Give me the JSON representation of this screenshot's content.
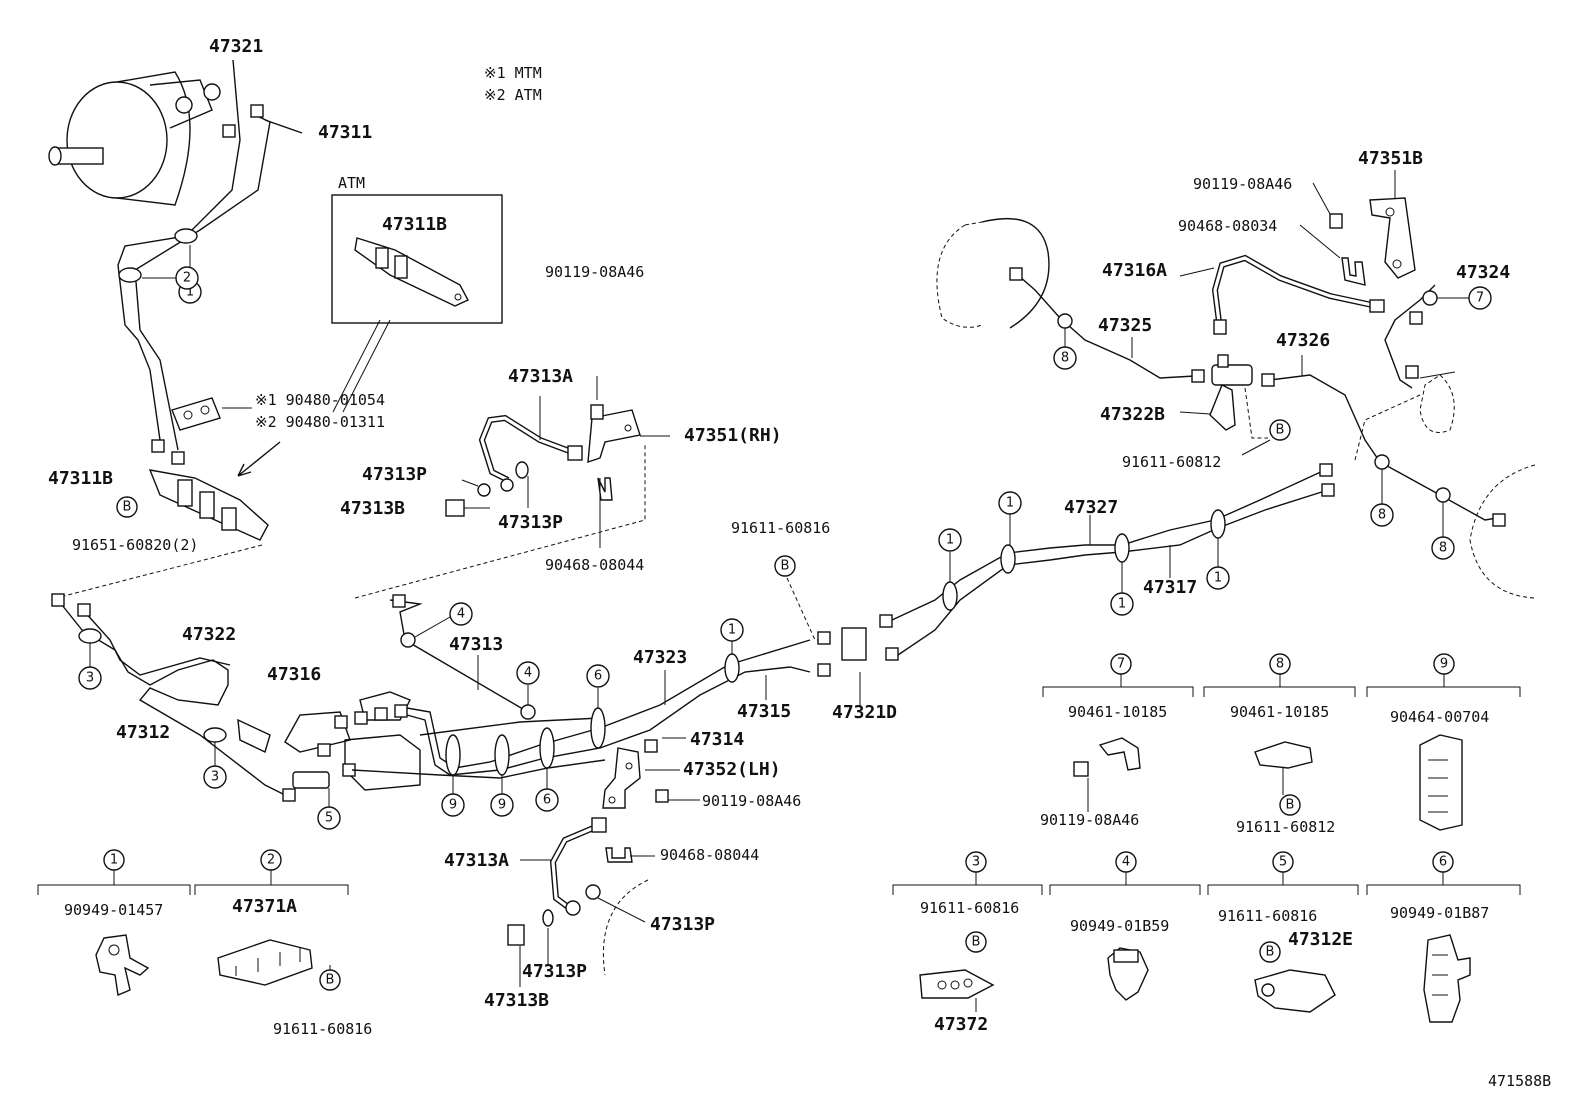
{
  "notes": {
    "n1": "※1 MTM",
    "n2": "※2 ATM"
  },
  "atm_box": {
    "title": "ATM",
    "part": "47311B"
  },
  "labels": {
    "p47321": "47321",
    "p47311": "47311",
    "p47311b": "47311B",
    "p91651": "91651-60820(2)",
    "p90480_1": "※1  90480-01054",
    "p90480_2": "※2  90480-01311",
    "p47322": "47322",
    "p47312": "47312",
    "p47316": "47316",
    "p47313": "47313",
    "p47323": "47323",
    "p47315": "47315",
    "p47314": "47314",
    "p47352": "47352(LH)",
    "p90119_c": "90119-08A46",
    "p90468_c": "90468-08044",
    "p47313a_b": "47313A",
    "p47313p_b1": "47313P",
    "p47313p_b2": "47313P",
    "p47313b_b": "47313B",
    "p90119_t": "90119-08A46",
    "p47313a_t": "47313A",
    "p47351rh": "47351(RH)",
    "p47313p_t1": "47313P",
    "p47313b_t": "47313B",
    "p47313p_t2": "47313P",
    "p90468_t": "90468-08044",
    "p91611_m": "91611-60816",
    "p47321d": "47321D",
    "p47327": "47327",
    "p47317": "47317",
    "p47351b": "47351B",
    "p90119_r": "90119-08A46",
    "p90468_r": "90468-08034",
    "p47316a": "47316A",
    "p47325": "47325",
    "p47326": "47326",
    "p47324": "47324",
    "p47322b": "47322B",
    "p91611_r": "91611-60812",
    "footer": "471588B"
  },
  "legend": [
    {
      "num": "1",
      "part": "90949-01457"
    },
    {
      "num": "2",
      "part": "47371A",
      "sub": "91611-60816"
    },
    {
      "num": "3",
      "part": "91611-60816",
      "sub": "47372"
    },
    {
      "num": "4",
      "part": "90949-01B59"
    },
    {
      "num": "5",
      "part": "91611-60816",
      "sub": "47312E"
    },
    {
      "num": "6",
      "part": "90949-01B87"
    },
    {
      "num": "7",
      "part": "90461-10185",
      "sub": "90119-08A46"
    },
    {
      "num": "8",
      "part": "90461-10185",
      "sub": "91611-60812"
    },
    {
      "num": "9",
      "part": "90464-00704"
    }
  ],
  "markers": {
    "b": "B",
    "one": "1",
    "two": "2",
    "three": "3",
    "four": "4",
    "five": "5",
    "six": "6",
    "seven": "7",
    "eight": "8",
    "nine": "9"
  }
}
